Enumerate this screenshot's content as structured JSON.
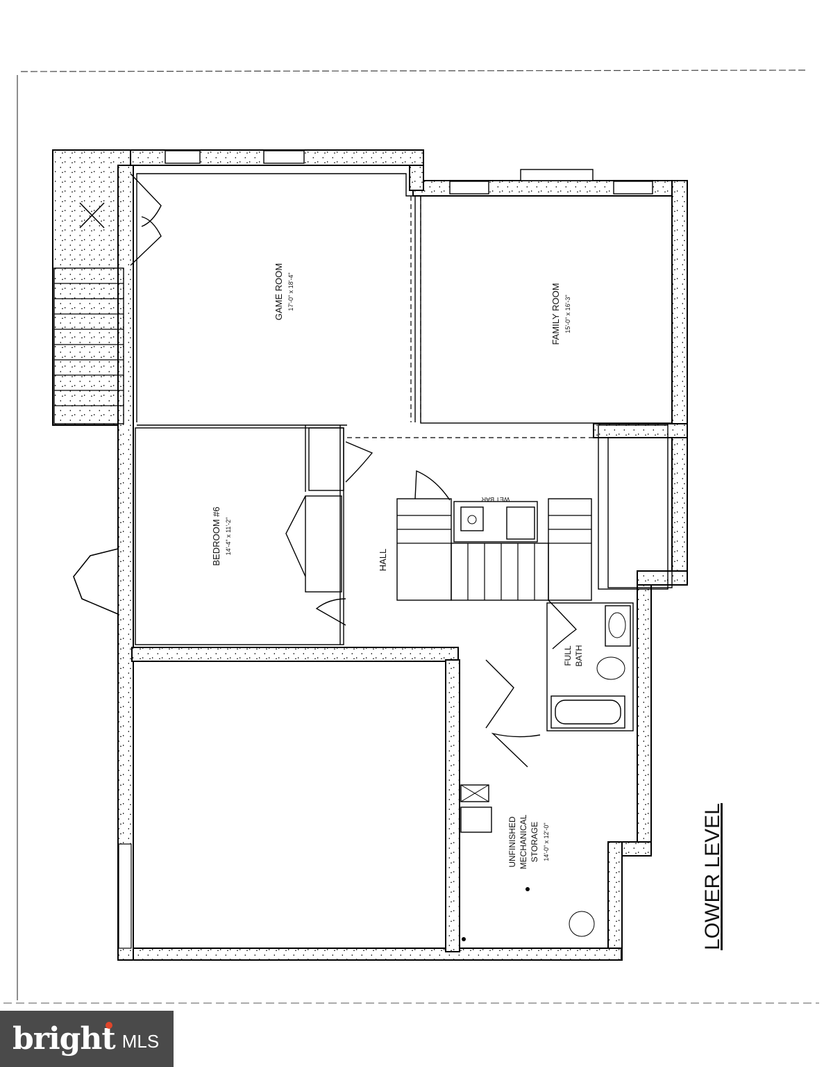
{
  "plan_title": "LOWER LEVEL",
  "rooms": {
    "game_room": {
      "name": "GAME ROOM",
      "size": "17'-0\" x 18'-4\""
    },
    "family_room": {
      "name": "FAMILY ROOM",
      "size": "15'-0\" x 16'-3\""
    },
    "bedroom": {
      "name": "BEDROOM #6",
      "size": "14'-4\" x 11'-2\""
    },
    "hall": {
      "name": "HALL"
    },
    "wet_bar": {
      "name": "WET BAR"
    },
    "full_bath": {
      "line1": "FULL",
      "line2": "BATH"
    },
    "mechanical": {
      "line1": "UNFINISHED",
      "line2": "MECHANICAL",
      "line3": "STORAGE",
      "size": "14'-0\" x 12'-0\""
    }
  },
  "watermark": {
    "brand": "bright",
    "suffix": "MLS",
    "accent": "#e0452a"
  }
}
